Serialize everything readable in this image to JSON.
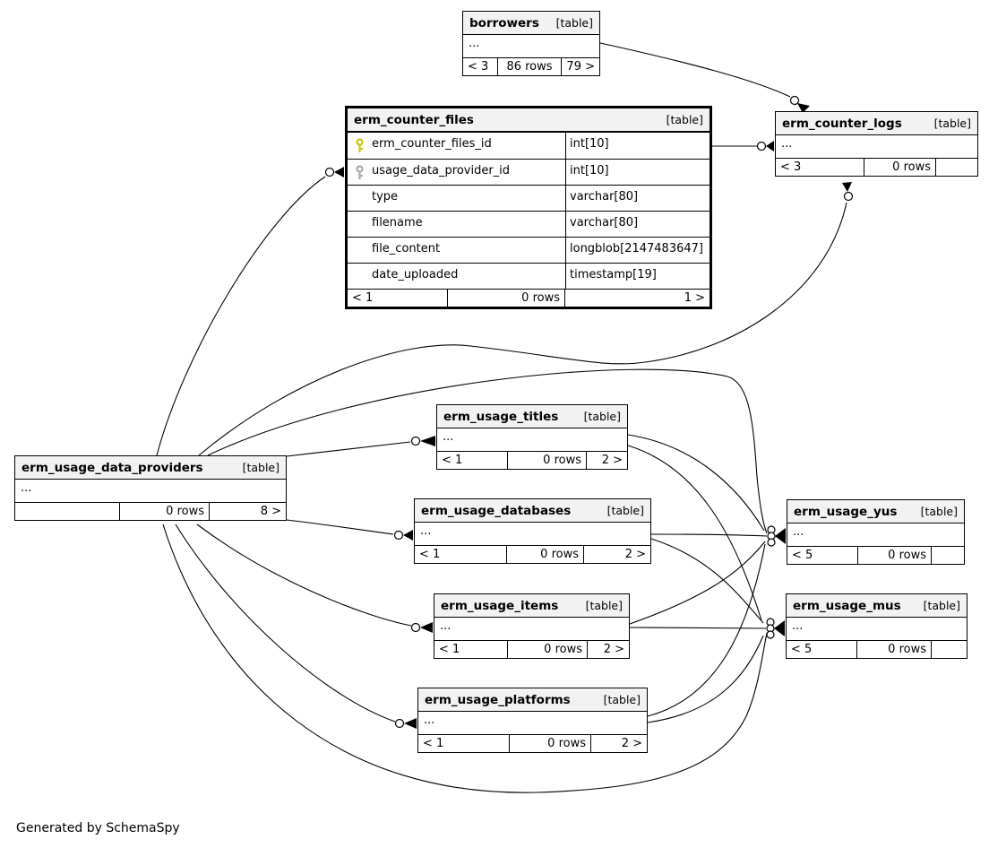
{
  "diagram": {
    "generator_note": "Generated by SchemaSpy",
    "colors": {
      "background": "#ffffff",
      "table_header_bg": "#f2f2f2",
      "table_border": "#000000",
      "primary_key_icon": "#c9c900",
      "foreign_key_icon": "#a9a9a9"
    },
    "tables": {
      "borrowers": {
        "name": "borrowers",
        "tag": "[table]",
        "ellipsis": "...",
        "footer": {
          "left": "< 3",
          "center": "86 rows",
          "right": "79 >"
        }
      },
      "erm_counter_files": {
        "name": "erm_counter_files",
        "tag": "[table]",
        "columns": [
          {
            "name": "erm_counter_files_id",
            "type": "int[10]",
            "key": "primary"
          },
          {
            "name": "usage_data_provider_id",
            "type": "int[10]",
            "key": "foreign"
          },
          {
            "name": "type",
            "type": "varchar[80]",
            "key": ""
          },
          {
            "name": "filename",
            "type": "varchar[80]",
            "key": ""
          },
          {
            "name": "file_content",
            "type": "longblob[2147483647]",
            "key": ""
          },
          {
            "name": "date_uploaded",
            "type": "timestamp[19]",
            "key": ""
          }
        ],
        "footer": {
          "left": "< 1",
          "center": "0 rows",
          "right": "1 >"
        }
      },
      "erm_counter_logs": {
        "name": "erm_counter_logs",
        "tag": "[table]",
        "ellipsis": "...",
        "footer": {
          "left": "< 3",
          "center": "0 rows",
          "right": ""
        }
      },
      "erm_usage_data_providers": {
        "name": "erm_usage_data_providers",
        "tag": "[table]",
        "ellipsis": "...",
        "footer": {
          "left": "",
          "center": "0 rows",
          "right": "8 >"
        }
      },
      "erm_usage_titles": {
        "name": "erm_usage_titles",
        "tag": "[table]",
        "ellipsis": "...",
        "footer": {
          "left": "< 1",
          "center": "0 rows",
          "right": "2 >"
        }
      },
      "erm_usage_databases": {
        "name": "erm_usage_databases",
        "tag": "[table]",
        "ellipsis": "...",
        "footer": {
          "left": "< 1",
          "center": "0 rows",
          "right": "2 >"
        }
      },
      "erm_usage_items": {
        "name": "erm_usage_items",
        "tag": "[table]",
        "ellipsis": "...",
        "footer": {
          "left": "< 1",
          "center": "0 rows",
          "right": "2 >"
        }
      },
      "erm_usage_platforms": {
        "name": "erm_usage_platforms",
        "tag": "[table]",
        "ellipsis": "...",
        "footer": {
          "left": "< 1",
          "center": "0 rows",
          "right": "2 >"
        }
      },
      "erm_usage_yus": {
        "name": "erm_usage_yus",
        "tag": "[table]",
        "ellipsis": "...",
        "footer": {
          "left": "< 5",
          "center": "0 rows",
          "right": ""
        }
      },
      "erm_usage_mus": {
        "name": "erm_usage_mus",
        "tag": "[table]",
        "ellipsis": "...",
        "footer": {
          "left": "< 5",
          "center": "0 rows",
          "right": ""
        }
      }
    },
    "relationships": [
      {
        "from": "borrowers",
        "to": "erm_counter_logs"
      },
      {
        "from": "erm_counter_files",
        "to": "erm_counter_logs"
      },
      {
        "from": "erm_usage_data_providers",
        "to": "erm_counter_files"
      },
      {
        "from": "erm_usage_data_providers",
        "to": "erm_counter_logs"
      },
      {
        "from": "erm_usage_data_providers",
        "to": "erm_usage_titles"
      },
      {
        "from": "erm_usage_data_providers",
        "to": "erm_usage_databases"
      },
      {
        "from": "erm_usage_data_providers",
        "to": "erm_usage_items"
      },
      {
        "from": "erm_usage_data_providers",
        "to": "erm_usage_platforms"
      },
      {
        "from": "erm_usage_data_providers",
        "to": "erm_usage_yus"
      },
      {
        "from": "erm_usage_data_providers",
        "to": "erm_usage_mus"
      },
      {
        "from": "erm_usage_titles",
        "to": "erm_usage_yus"
      },
      {
        "from": "erm_usage_titles",
        "to": "erm_usage_mus"
      },
      {
        "from": "erm_usage_databases",
        "to": "erm_usage_yus"
      },
      {
        "from": "erm_usage_databases",
        "to": "erm_usage_mus"
      },
      {
        "from": "erm_usage_items",
        "to": "erm_usage_yus"
      },
      {
        "from": "erm_usage_items",
        "to": "erm_usage_mus"
      },
      {
        "from": "erm_usage_platforms",
        "to": "erm_usage_yus"
      },
      {
        "from": "erm_usage_platforms",
        "to": "erm_usage_mus"
      }
    ]
  }
}
